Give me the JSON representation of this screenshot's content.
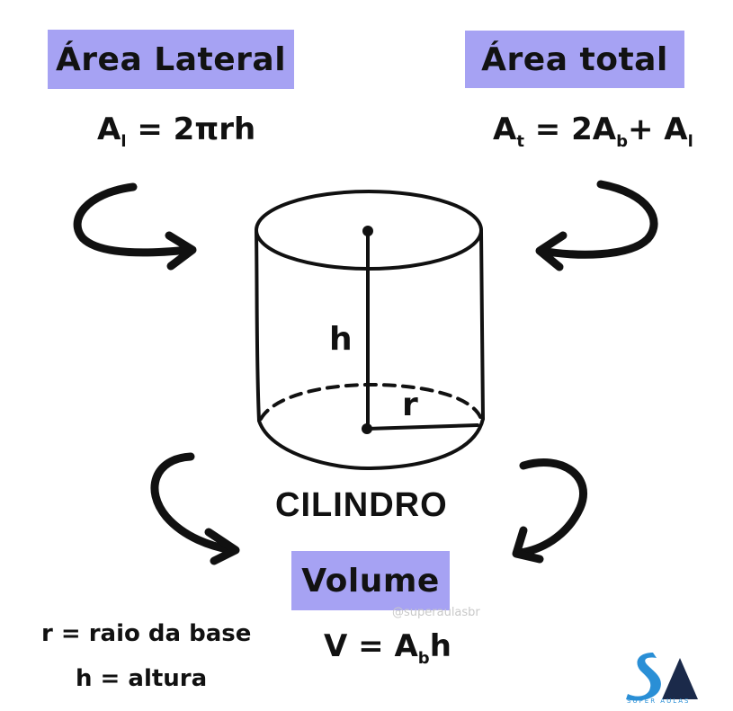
{
  "labels": {
    "lateral": "Área Lateral",
    "total": "Área total",
    "volume": "Volume",
    "title": "CILINDRO"
  },
  "formulas": {
    "lateral": {
      "main": "A",
      "sub": "l",
      "rest": " = 2πrh"
    },
    "total": {
      "main": "A",
      "sub": "t",
      "eq": " = 2A",
      "sub_b": "b",
      "plus": "+ A",
      "sub_l": "l"
    },
    "volume": {
      "main": "V = A",
      "sub": "b",
      "rest": "h"
    }
  },
  "diagram": {
    "height_label": "h",
    "radius_label": "r"
  },
  "legend": {
    "r": "r = raio da base",
    "h": "h = altura"
  },
  "watermark": "@superaulasbr",
  "logo": {
    "text": "SUPER AULAS"
  },
  "colors": {
    "accent": "#a6a2f3",
    "ink": "#111111",
    "logo_blue": "#2a8fd6",
    "logo_dark": "#1b2a4a"
  }
}
